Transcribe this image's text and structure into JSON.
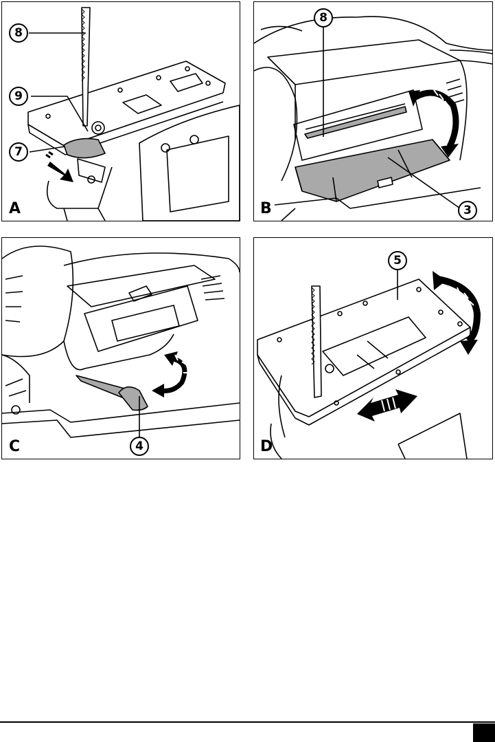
{
  "panels": [
    {
      "letter": "A",
      "callouts": [
        "8",
        "9",
        "7"
      ]
    },
    {
      "letter": "B",
      "callouts": [
        "8",
        "3"
      ]
    },
    {
      "letter": "C",
      "callouts": [
        "4"
      ]
    },
    {
      "letter": "D",
      "callouts": [
        "5"
      ]
    }
  ],
  "colors": {
    "ink": "#000000",
    "shade": "#a9a9a9",
    "paper": "#ffffff"
  }
}
